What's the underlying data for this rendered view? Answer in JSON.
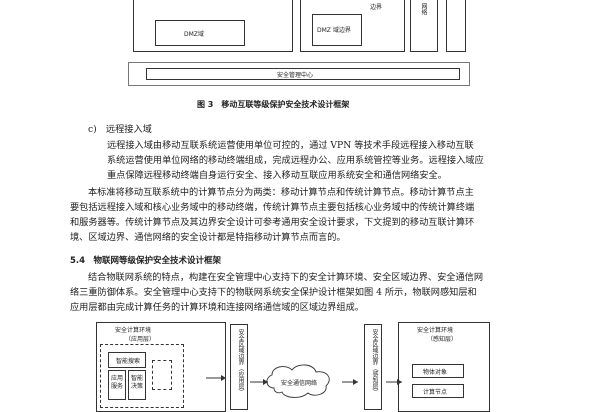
{
  "top_diagram": {
    "dmz_left": "DMZ域",
    "dmz_mid": "DMZ 域边界",
    "border_top": "边界",
    "net_label": "网络",
    "center": "安全管理中心"
  },
  "figure3": {
    "caption": "图 3　移动互联等级保护安全技术设计框架"
  },
  "section_c": {
    "heading": "c)　远程接入域",
    "lines": [
      "远程接入域由移动互联系统运营使用单位可控的，通过 VPN 等技术手段远程接入移动互联",
      "系统运营使用单位网络的移动终端组成，完成远程办公、应用系统管控等业务。远程接入域应",
      "重点保障远程移动终端自身运行安全、接入移动互联应用系统安全和通信网络安全。"
    ]
  },
  "para_nodes": {
    "lines": [
      "本标准将移动互联系统中的计算节点分为两类：移动计算节点和传统计算节点。移动计算节点主",
      "要包括远程接入域和核心业务域中的移动终端，传统计算节点主要包括核心业务域中的传统计算终端",
      "和服务器等。传统计算节点及其边界安全设计可参考通用安全设计要求，下文提到的移动互联计算环",
      "境、区域边界、通信网络的安全设计都是特指移动计算节点而言的。"
    ]
  },
  "section_54": {
    "heading": "5.4　物联网等级保护安全技术设计框架",
    "lines": [
      "结合物联网系统的特点，构建在安全管理中心支持下的安全计算环境、安全区域边界、安全通信网",
      "络三重防御体系。安全管理中心支持下的物联网系统安全保护设计框架如图 4 所示，物联网感知层和",
      "应用层都由完成计算任务的计算环境和连接网络通信域的区域边界组成。"
    ]
  },
  "bottom_diagram": {
    "left_env_title": "安全计算环境",
    "left_layer": "（应用层）",
    "smart_search": "智能搜索",
    "app_service": "应用服务",
    "smart_decision": "智能决策",
    "left_boundary": "安全区域边界（应用层）",
    "network": "安全通信网络",
    "right_boundary": "安全区域边界（感知层）",
    "right_env_title": "安全计算环境",
    "right_layer": "（感知层）",
    "physical_object": "物体对象",
    "compute_node": "计算节点"
  }
}
